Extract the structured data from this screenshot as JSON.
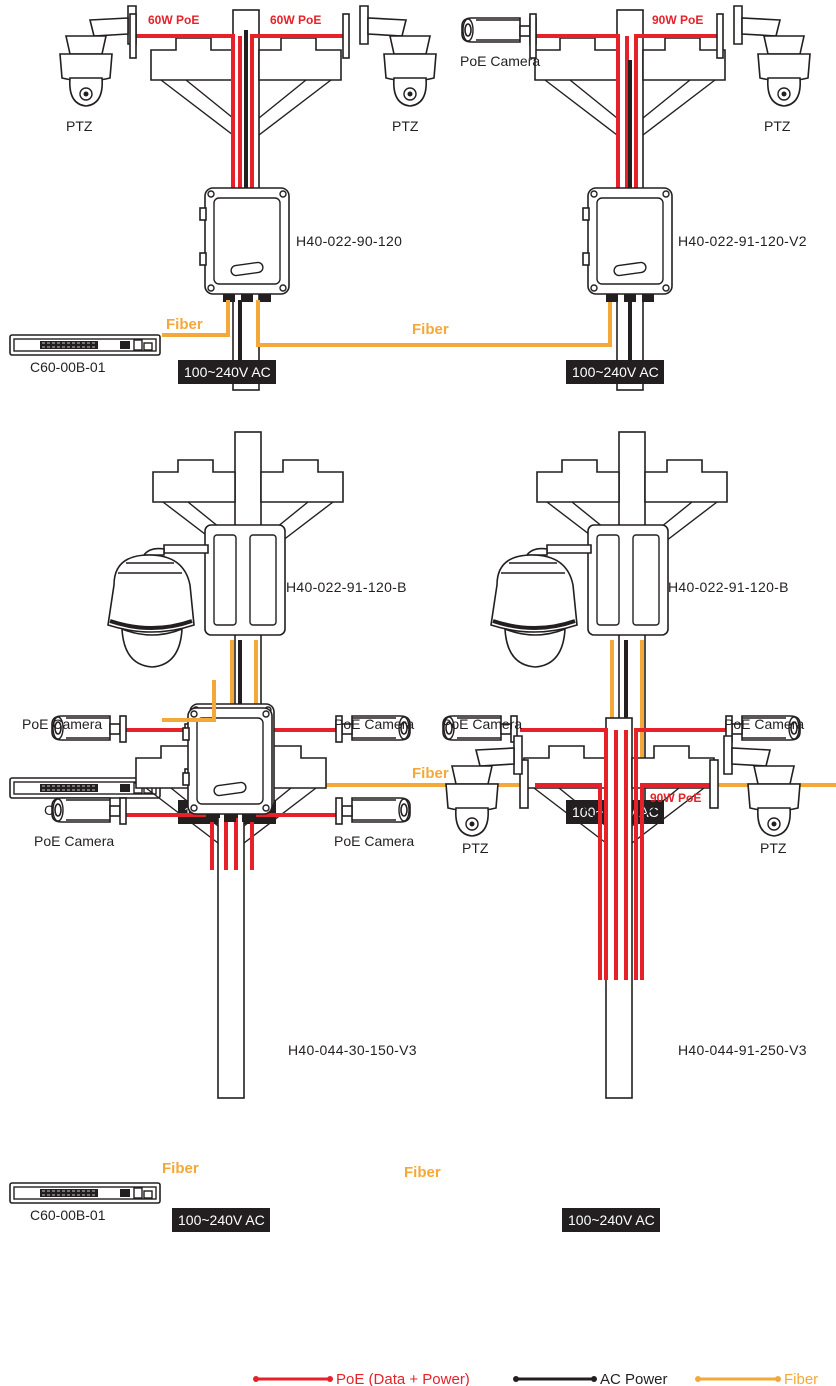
{
  "colors": {
    "poe": "#e62129",
    "ac": "#231f20",
    "fiber": "#f5a83a"
  },
  "labels": {
    "ptz": "PTZ",
    "poe_camera": "PoE Camera",
    "fiber": "Fiber",
    "ac": "100~240V AC",
    "switch": "C60-00B-01"
  },
  "scenario1": {
    "left_poe": "60W PoE",
    "right_poe": "60W PoE",
    "left_model": "H40-022-90-120",
    "right_poe2": "90W PoE",
    "right_model": "H40-022-91-120-V2"
  },
  "scenario2": {
    "left_model": "H40-022-91-120-B",
    "right_model": "H40-022-91-120-B"
  },
  "scenario3": {
    "left_model": "H40-044-30-150-V3",
    "right_model": "H40-044-91-250-V3",
    "right_poe": "90W PoE"
  },
  "legend": {
    "poe": "PoE (Data + Power)",
    "ac": "AC Power",
    "fiber": "Fiber"
  }
}
